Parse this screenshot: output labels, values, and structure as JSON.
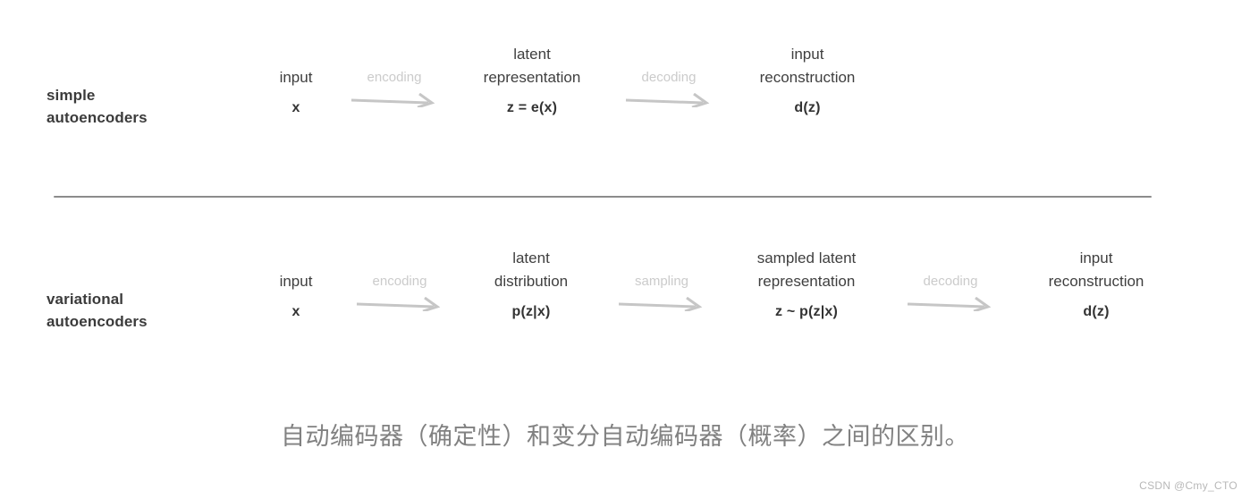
{
  "figure": {
    "caption": "自动编码器（确定性）和变分自动编码器（概率）之间的区别。",
    "watermark": "CSDN @Cmy_CTO",
    "divider_color": "#8c8c8c",
    "text_color": "#3f3f3f",
    "bold_color": "#333333",
    "arrow_color": "#c6c6c6",
    "arrow_label_color": "#cbcbcb",
    "caption_color": "#818181",
    "background": "#ffffff"
  },
  "rows": [
    {
      "id": "simple",
      "label_line1": "simple",
      "label_line2": "autoencoders",
      "stages": [
        {
          "title_line1": "input",
          "title_line2": "",
          "formula": "x"
        },
        {
          "title_line1": "latent",
          "title_line2": "representation",
          "formula": "z = e(x)"
        },
        {
          "title_line1": "input",
          "title_line2": "reconstruction",
          "formula": "d(z)"
        }
      ],
      "arrows": [
        {
          "label": "encoding"
        },
        {
          "label": "decoding"
        }
      ]
    },
    {
      "id": "variational",
      "label_line1": "variational",
      "label_line2": "autoencoders",
      "stages": [
        {
          "title_line1": "input",
          "title_line2": "",
          "formula": "x"
        },
        {
          "title_line1": "latent",
          "title_line2": "distribution",
          "formula": "p(z|x)"
        },
        {
          "title_line1": "sampled latent",
          "title_line2": "representation",
          "formula": "z ~ p(z|x)"
        },
        {
          "title_line1": "input",
          "title_line2": "reconstruction",
          "formula": "d(z)"
        }
      ],
      "arrows": [
        {
          "label": "encoding"
        },
        {
          "label": "sampling"
        },
        {
          "label": "decoding"
        }
      ]
    }
  ]
}
